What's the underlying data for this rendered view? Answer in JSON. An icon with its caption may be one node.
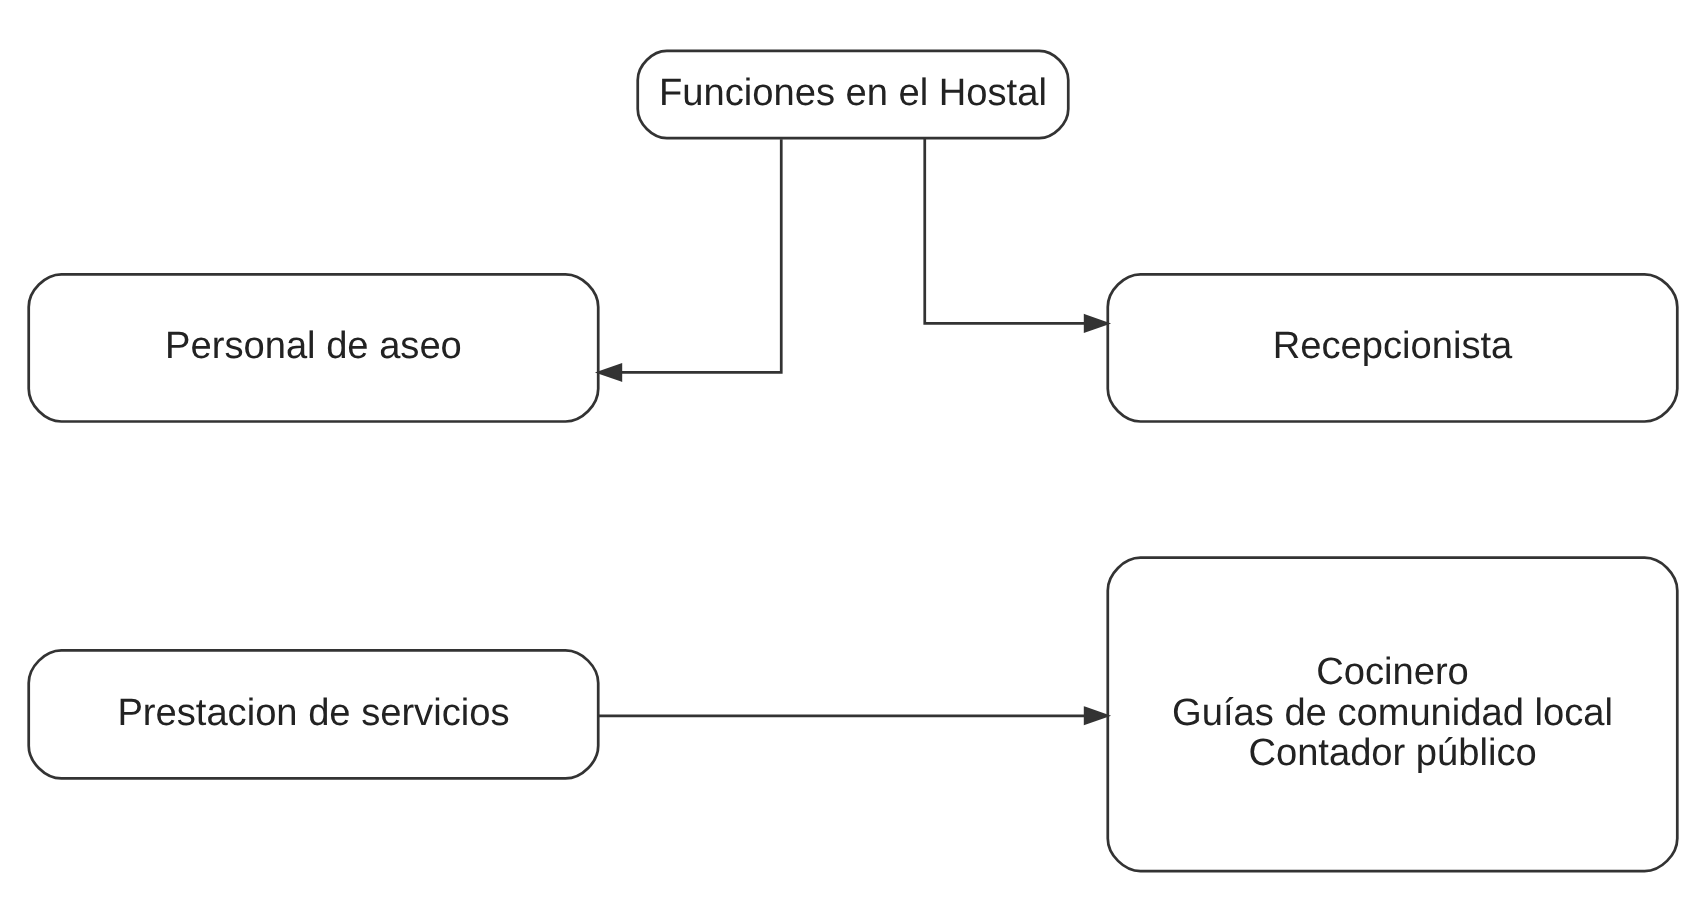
{
  "diagram": {
    "nodes": [
      {
        "text": [
          "Funciones en el Hostal"
        ]
      },
      {
        "text": [
          "Personal de aseo"
        ]
      },
      {
        "text": [
          "Recepcionista"
        ]
      },
      {
        "text": [
          "Prestacion de servicios"
        ]
      },
      {
        "text": [
          "Cocinero",
          "Guías de comunidad local",
          "Contador público"
        ]
      }
    ],
    "edges": [
      {
        "from": 0,
        "to": 1,
        "arrow": "to"
      },
      {
        "from": 0,
        "to": 2,
        "arrow": "to"
      },
      {
        "from": 3,
        "to": 4,
        "arrow": "to"
      }
    ]
  }
}
